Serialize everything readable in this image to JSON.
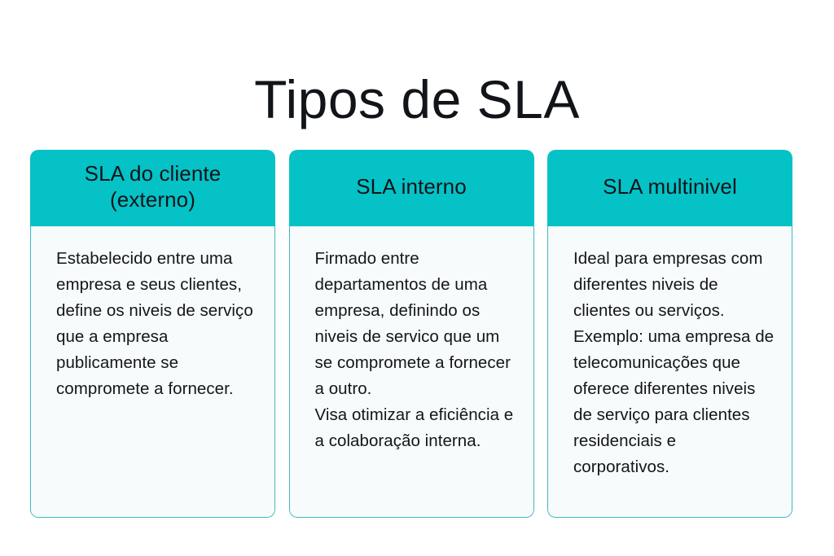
{
  "page": {
    "title": "Tipos de SLA",
    "background_color": "#ffffff",
    "accent_color": "#05c2c6",
    "card_body_background": "#f7fbfc",
    "card_border_color": "#3fb7bd",
    "text_color": "#141619"
  },
  "cards": [
    {
      "header": "SLA do cliente (externo)",
      "header_line_1": "SLA do cliente",
      "header_line_2": "(externo)",
      "body_paragraphs": [
        "Estabelecido entre uma empresa e seus clientes, define os niveis de serviço que a empresa publicamente se compromete a fornecer."
      ]
    },
    {
      "header": "SLA interno",
      "header_line_1": "SLA interno",
      "header_line_2": "",
      "body_paragraphs": [
        "Firmado entre departamentos de uma empresa, definindo os niveis de servico que um se compromete a fornecer a outro.",
        "Visa otimizar a eficiência e a colaboração interna."
      ]
    },
    {
      "header": "SLA multinivel",
      "header_line_1": "SLA multinivel",
      "header_line_2": "",
      "body_paragraphs": [
        "Ideal para empresas com diferentes niveis de clientes ou serviços.",
        "Exemplo: uma empresa de telecomunicações que oferece diferentes niveis de serviço para clientes residenciais e corporativos."
      ]
    }
  ]
}
